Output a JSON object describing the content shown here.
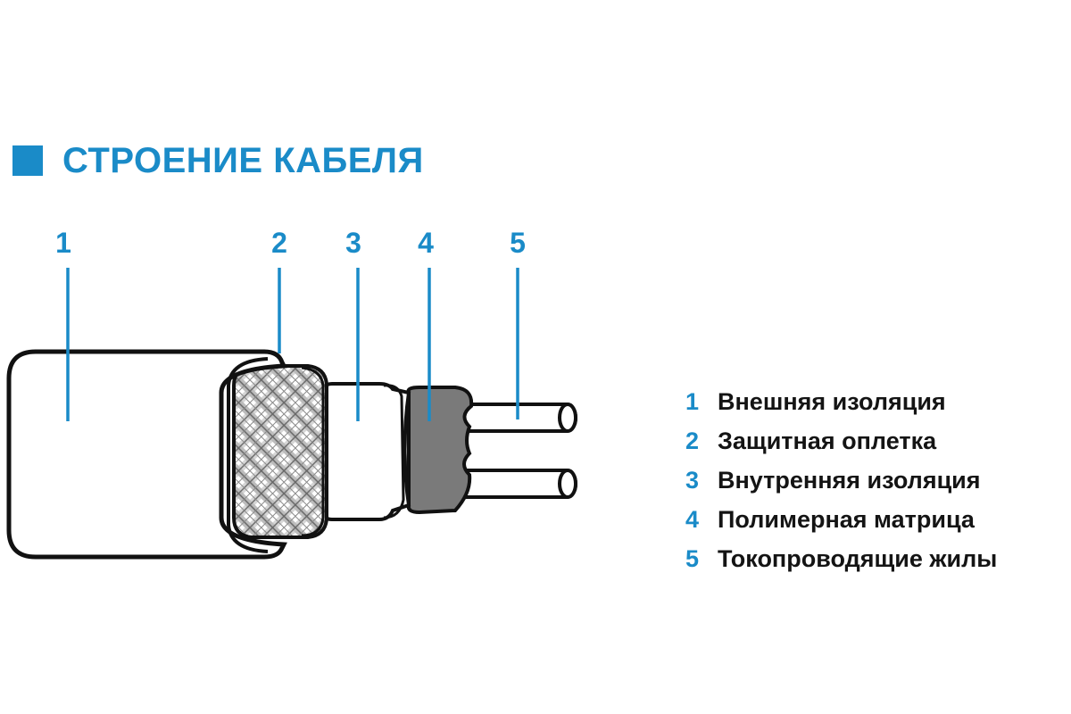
{
  "title": "СТРОЕНИЕ КАБЕЛЯ",
  "colors": {
    "accent": "#1a8bc8",
    "text": "#141414",
    "matrix": "#7a7a7a",
    "outline": "#111111"
  },
  "callouts": [
    "1",
    "2",
    "3",
    "4",
    "5"
  ],
  "legend": [
    {
      "num": "1",
      "label": "Внешняя изоляция"
    },
    {
      "num": "2",
      "label": "Защитная оплетка"
    },
    {
      "num": "3",
      "label": "Внутренняя изоляция"
    },
    {
      "num": "4",
      "label": "Полимерная матрица"
    },
    {
      "num": "5",
      "label": "Токопроводящие жилы"
    }
  ]
}
